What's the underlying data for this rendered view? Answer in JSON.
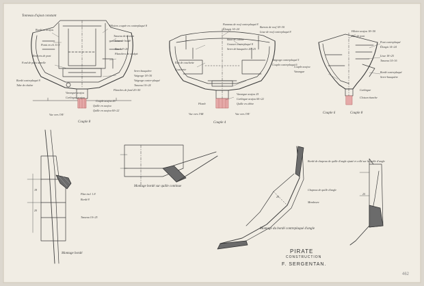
{
  "title_block": {
    "title": "PIRATE",
    "subtitle": "CONSTRUCTION",
    "author": "F. SERGENTAN."
  },
  "sheet_number": "462",
  "views": {
    "section_left": {
      "header": "Tonneau d'ajout constant",
      "caption": "Couple 8",
      "view_from": "Vue vers l'AV",
      "notes": [
        "Bordé en acajou",
        "Ponts en ch. 6×3",
        "Renforts de pont",
        "Hiloires coupée en contreplaqué 8",
        "Tasseau de cloison",
        "Lisse de bordé",
        "Bau 1.8×20",
        "Planchers de cockpit",
        "Serre bauquière",
        "Vaigrage 18×30",
        "Vaigrage contre-plaqué",
        "Tasseau 10×24",
        "Bordé contreplaqué 8",
        "Tube de chaîne",
        "Planches de fond 20×50",
        "Varangue acajou",
        "Carlingue acajou",
        "Fond de puits semelle",
        "Couple acajou 26",
        "Quille en acajou",
        "Quille en acajou 60×22"
      ]
    },
    "section_middle": {
      "caption": "Couple 4",
      "view_from_left": "Vue vers l'AR",
      "view_from_right": "Vue vers l'AV",
      "notes": [
        "Panneau de roof contreplaqué 8",
        "Élongis 14×24",
        "Barrots de roof 18×30",
        "Lisse de roof contreplaqué 8",
        "Baux de cabine",
        "Gousset contreplaqué 8",
        "Serre de bauquière 20×25",
        "Vaigrage contreplaqué 5",
        "Couple contreplaqué 6",
        "Étai de couchette",
        "Couchette",
        "Varangue acajou 25",
        "Carlingue acajou 60×22",
        "Quille en chêne",
        "Plomb"
      ]
    },
    "section_right": {
      "caption_left": "Couple 6",
      "caption_right": "Couple 8",
      "notes": [
        "Hiloire acajou 18×50",
        "Bau de pont",
        "Pont contreplaqué",
        "Élongis 14×24",
        "Lisse 18×25",
        "Tasseau 14×16",
        "Bordé contreplaqué",
        "Serre-bauquière",
        "Couple acajou",
        "Varangue",
        "Carlingue",
        "Cloison étanche"
      ]
    },
    "detail_hull_joint": {
      "caption": "Montage bordé",
      "notes": [
        "Plan incl. 1.8",
        "Bordé 8",
        "Tasseau 10×25",
        "18",
        "20"
      ]
    },
    "detail_sheer": {
      "caption": "Montage bordé sur quille continue"
    },
    "detail_keel": {
      "caption": "Montage du bordé contreplaqué d'angle",
      "notes": [
        "Bordé de chapeau de quille d'angle ajusté et collé sur la quille d'angle",
        "Chapeau de quille d'angle",
        "Membrure",
        "20",
        "25"
      ]
    }
  }
}
